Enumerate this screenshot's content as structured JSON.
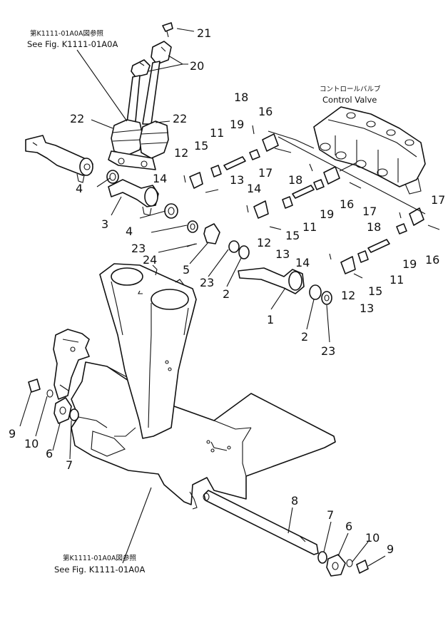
{
  "references": {
    "top_jp": "第K1111-01A0A図参照",
    "top_en": "See Fig. K1111-01A0A",
    "bottom_jp": "第K1111-01A0A図参照",
    "bottom_en": "See Fig. K1111-01A0A"
  },
  "valve": {
    "label_jp": "コントロールバルブ",
    "label_en": "Control Valve"
  },
  "callouts": [
    {
      "id": "c21",
      "text": "21"
    },
    {
      "id": "c20",
      "text": "20"
    },
    {
      "id": "c22a",
      "text": "22"
    },
    {
      "id": "c22b",
      "text": "22"
    },
    {
      "id": "c18a",
      "text": "18"
    },
    {
      "id": "c16a",
      "text": "16"
    },
    {
      "id": "c11a",
      "text": "11"
    },
    {
      "id": "c19a",
      "text": "19"
    },
    {
      "id": "c15a",
      "text": "15"
    },
    {
      "id": "c12a",
      "text": "12"
    },
    {
      "id": "c17a",
      "text": "17"
    },
    {
      "id": "c14a",
      "text": "14"
    },
    {
      "id": "c13a",
      "text": "13"
    },
    {
      "id": "c4a",
      "text": "4"
    },
    {
      "id": "c3",
      "text": "3"
    },
    {
      "id": "c4b",
      "text": "4"
    },
    {
      "id": "c18b",
      "text": "18"
    },
    {
      "id": "c16b",
      "text": "16"
    },
    {
      "id": "c17b",
      "text": "17"
    },
    {
      "id": "c19b",
      "text": "19"
    },
    {
      "id": "c11b",
      "text": "11"
    },
    {
      "id": "c14b",
      "text": "14"
    },
    {
      "id": "c15b",
      "text": "15"
    },
    {
      "id": "c12b",
      "text": "12"
    },
    {
      "id": "c13b",
      "text": "13"
    },
    {
      "id": "c23a",
      "text": "23"
    },
    {
      "id": "c24",
      "text": "24"
    },
    {
      "id": "c5",
      "text": "5"
    },
    {
      "id": "c23b",
      "text": "23"
    },
    {
      "id": "c2a",
      "text": "2"
    },
    {
      "id": "c17c",
      "text": "17"
    },
    {
      "id": "c18c",
      "text": "18"
    },
    {
      "id": "c16c",
      "text": "16"
    },
    {
      "id": "c19c",
      "text": "19"
    },
    {
      "id": "c11c",
      "text": "11"
    },
    {
      "id": "c14c",
      "text": "14"
    },
    {
      "id": "c15c",
      "text": "15"
    },
    {
      "id": "c12c",
      "text": "12"
    },
    {
      "id": "c13c",
      "text": "13"
    },
    {
      "id": "c1",
      "text": "1"
    },
    {
      "id": "c2b",
      "text": "2"
    },
    {
      "id": "c23c",
      "text": "23"
    },
    {
      "id": "c9a",
      "text": "9"
    },
    {
      "id": "c10a",
      "text": "10"
    },
    {
      "id": "c6a",
      "text": "6"
    },
    {
      "id": "c7a",
      "text": "7"
    },
    {
      "id": "c8",
      "text": "8"
    },
    {
      "id": "c7b",
      "text": "7"
    },
    {
      "id": "c6b",
      "text": "6"
    },
    {
      "id": "c10b",
      "text": "10"
    },
    {
      "id": "c9b",
      "text": "9"
    }
  ]
}
